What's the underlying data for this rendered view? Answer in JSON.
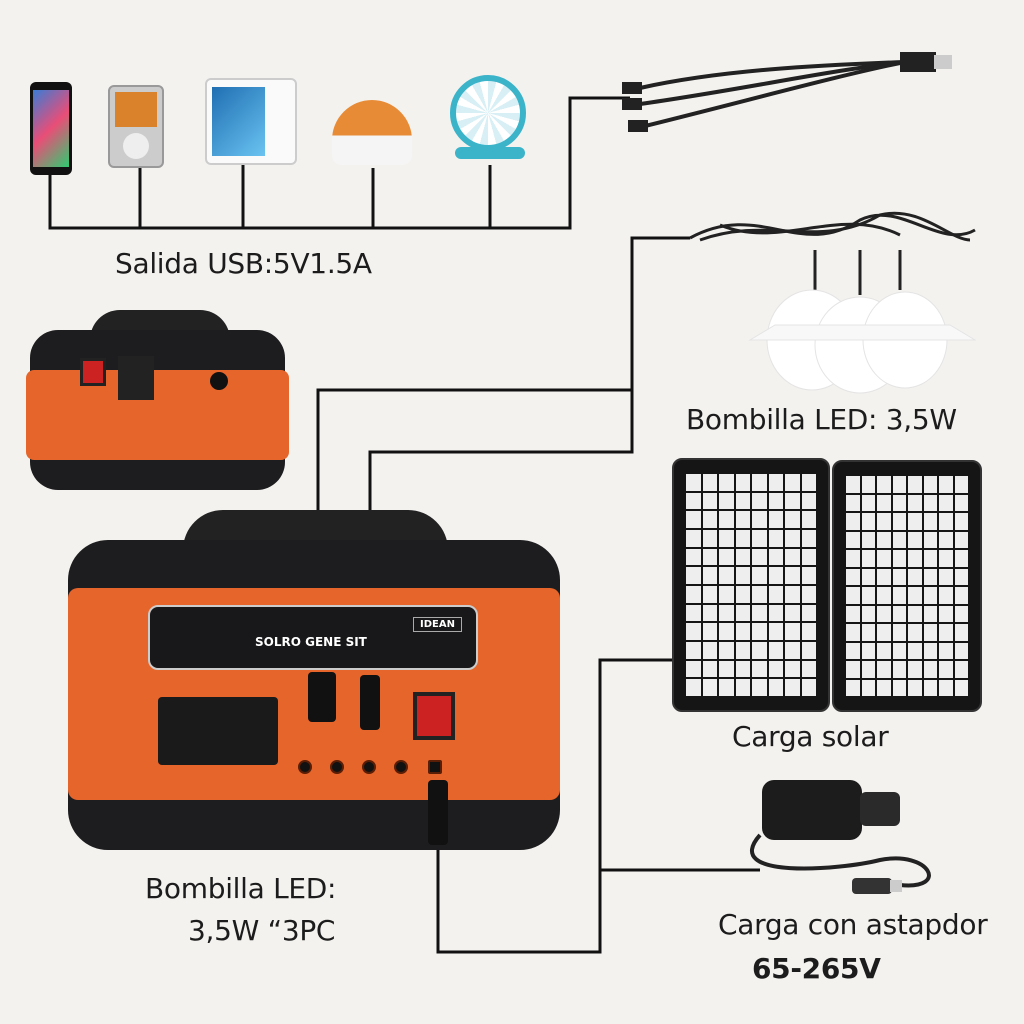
{
  "labels": {
    "usb_output": "Salida USB:5V1.5A",
    "led_bulb_top": "Bombilla LED: 3,5W",
    "solar_charge": "Carga solar",
    "adapter_charge_line1": "Carga con astapdor",
    "adapter_charge_line2": "65-265V",
    "led_bulb_bottom_line1": "Bombilla LED:",
    "led_bulb_bottom_line2": "3,5W “3PC"
  },
  "device_panel": {
    "title": "SOLRO GENE SIT",
    "brand": "IDEAN"
  },
  "colors": {
    "accent": "#e5652a",
    "body": "#1d1d1f",
    "background": "#f4f2ef",
    "wire": "#111111"
  }
}
